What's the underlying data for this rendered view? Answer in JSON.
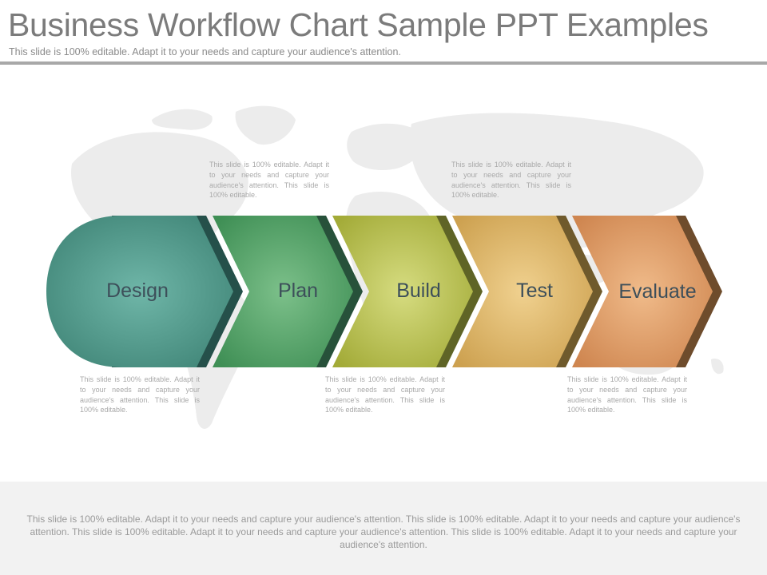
{
  "header": {
    "title": "Business Workflow Chart Sample PPT Examples",
    "subtitle": "This slide is 100% editable. Adapt it to your needs and capture your audience's attention."
  },
  "workflow": {
    "steps": [
      {
        "label": "Design",
        "color": "#4e9a8c",
        "shadow": "#2c5a50"
      },
      {
        "label": "Plan",
        "color": "#5aa86a",
        "shadow": "#2f5a3b"
      },
      {
        "label": "Build",
        "color": "#b8c04a",
        "shadow": "#6a6f2a"
      },
      {
        "label": "Test",
        "color": "#dcb463",
        "shadow": "#7c6530"
      },
      {
        "label": "Evaluate",
        "color": "#dc9a64",
        "shadow": "#7a5230"
      }
    ],
    "descriptions": [
      "This slide is 100% editable. Adapt it to your needs and capture your audience's attention. This slide is 100% editable.",
      "This slide is 100% editable. Adapt it to your needs and capture your audience's attention. This slide is 100% editable.",
      "This slide is 100% editable. Adapt it to your needs and capture your audience's attention. This slide is 100% editable.",
      "This slide is 100% editable. Adapt it to your needs and capture your audience's attention. This slide is 100% editable.",
      "This slide is 100% editable. Adapt it to your needs and capture your audience's attention. This slide is 100% editable."
    ]
  },
  "footer": {
    "text": "This slide is 100% editable. Adapt it to your needs and capture your audience's attention. This slide is 100% editable. Adapt it to your needs and capture your audience's attention. This slide is 100% editable. Adapt it to your needs and capture your audience's attention. This slide is 100% editable. Adapt it to your needs and capture your audience's attention."
  }
}
